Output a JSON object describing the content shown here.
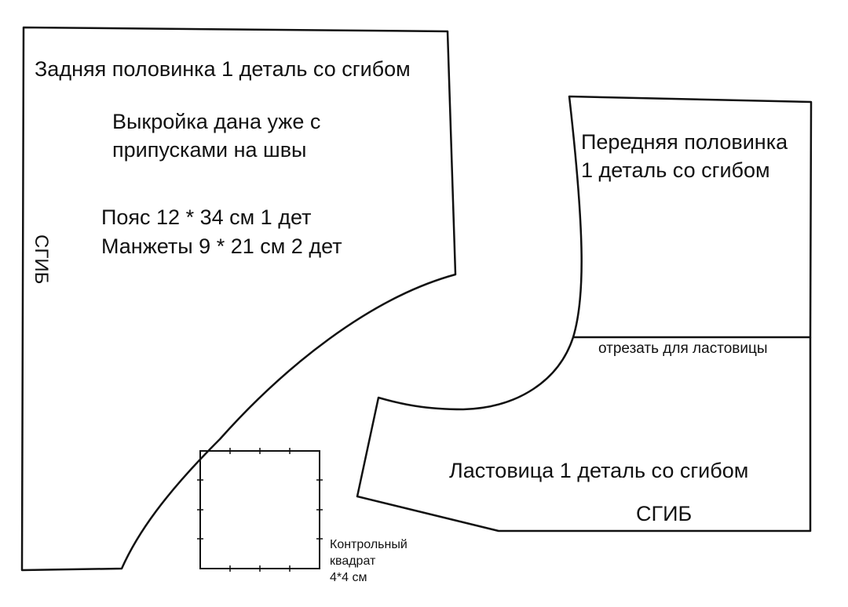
{
  "back_piece": {
    "title": "Задняя половинка 1 деталь со сгибом",
    "note_line1": "Выкройка дана уже с",
    "note_line2": "припусками на швы",
    "belt": "Пояс 12 * 34 см 1 дет",
    "cuffs": "Манжеты 9 * 21 см 2 дет",
    "fold_label": "СГИБ"
  },
  "front_piece": {
    "title_line1": "Передняя половинка",
    "title_line2": "1 деталь со сгибом",
    "cut_note": "отрезать для ластовицы"
  },
  "gusset_piece": {
    "title": "Ластовица 1 деталь со сгибом",
    "fold_label": "СГИБ"
  },
  "control_square": {
    "line1": "Контрольный",
    "line2": "квадрат",
    "line3": "4*4 см"
  },
  "colors": {
    "line": "#111111",
    "background": "#ffffff"
  }
}
